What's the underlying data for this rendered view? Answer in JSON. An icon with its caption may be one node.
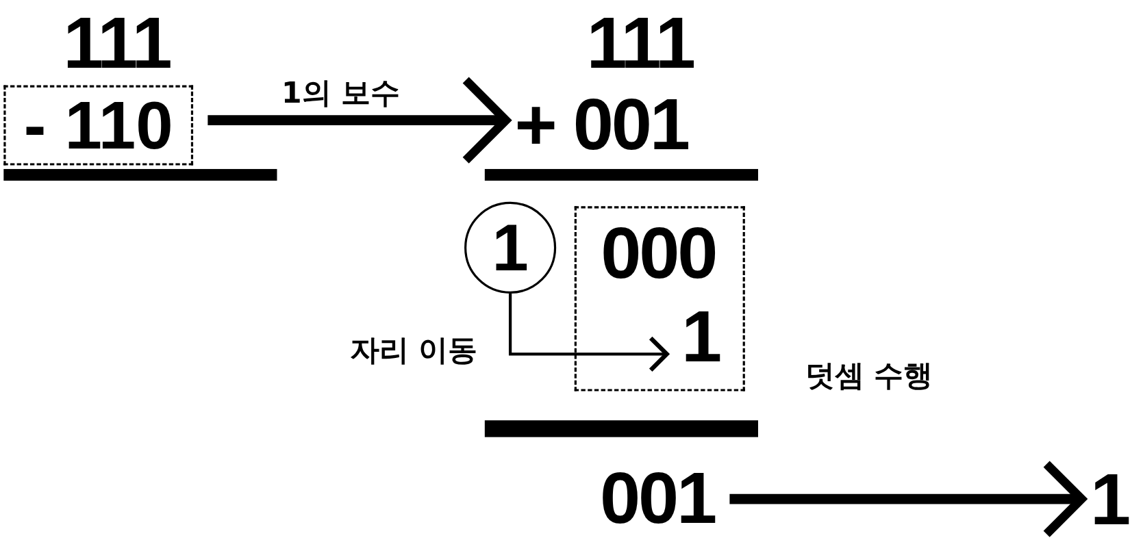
{
  "diagram": {
    "nodes": [
      {
        "text": [
          "- 110"
        ]
      },
      {
        "text": [
          "+ 001"
        ]
      },
      {
        "text": [
          "1"
        ]
      },
      {
        "text": [
          "000"
        ]
      },
      {
        "text": [
          "1"
        ],
        "in": 3
      },
      {
        "text": [
          "001"
        ]
      },
      {
        "text": [
          "1"
        ]
      },
      {
        "text": [],
        "shape": "bar"
      },
      {
        "text": [],
        "shape": "bar"
      },
      {
        "text": [],
        "shape": "bar"
      }
    ],
    "edges": [
      {
        "from": 0,
        "to": 1,
        "arrow": "to",
        "label": "1의 보수"
      },
      {
        "from": 2,
        "to": 4,
        "arrow": "to",
        "label": "자리 이동"
      },
      {
        "from": 5,
        "to": 6,
        "arrow": "to"
      }
    ],
    "labels": [
      "111",
      "111",
      "덧셈 수행"
    ]
  }
}
